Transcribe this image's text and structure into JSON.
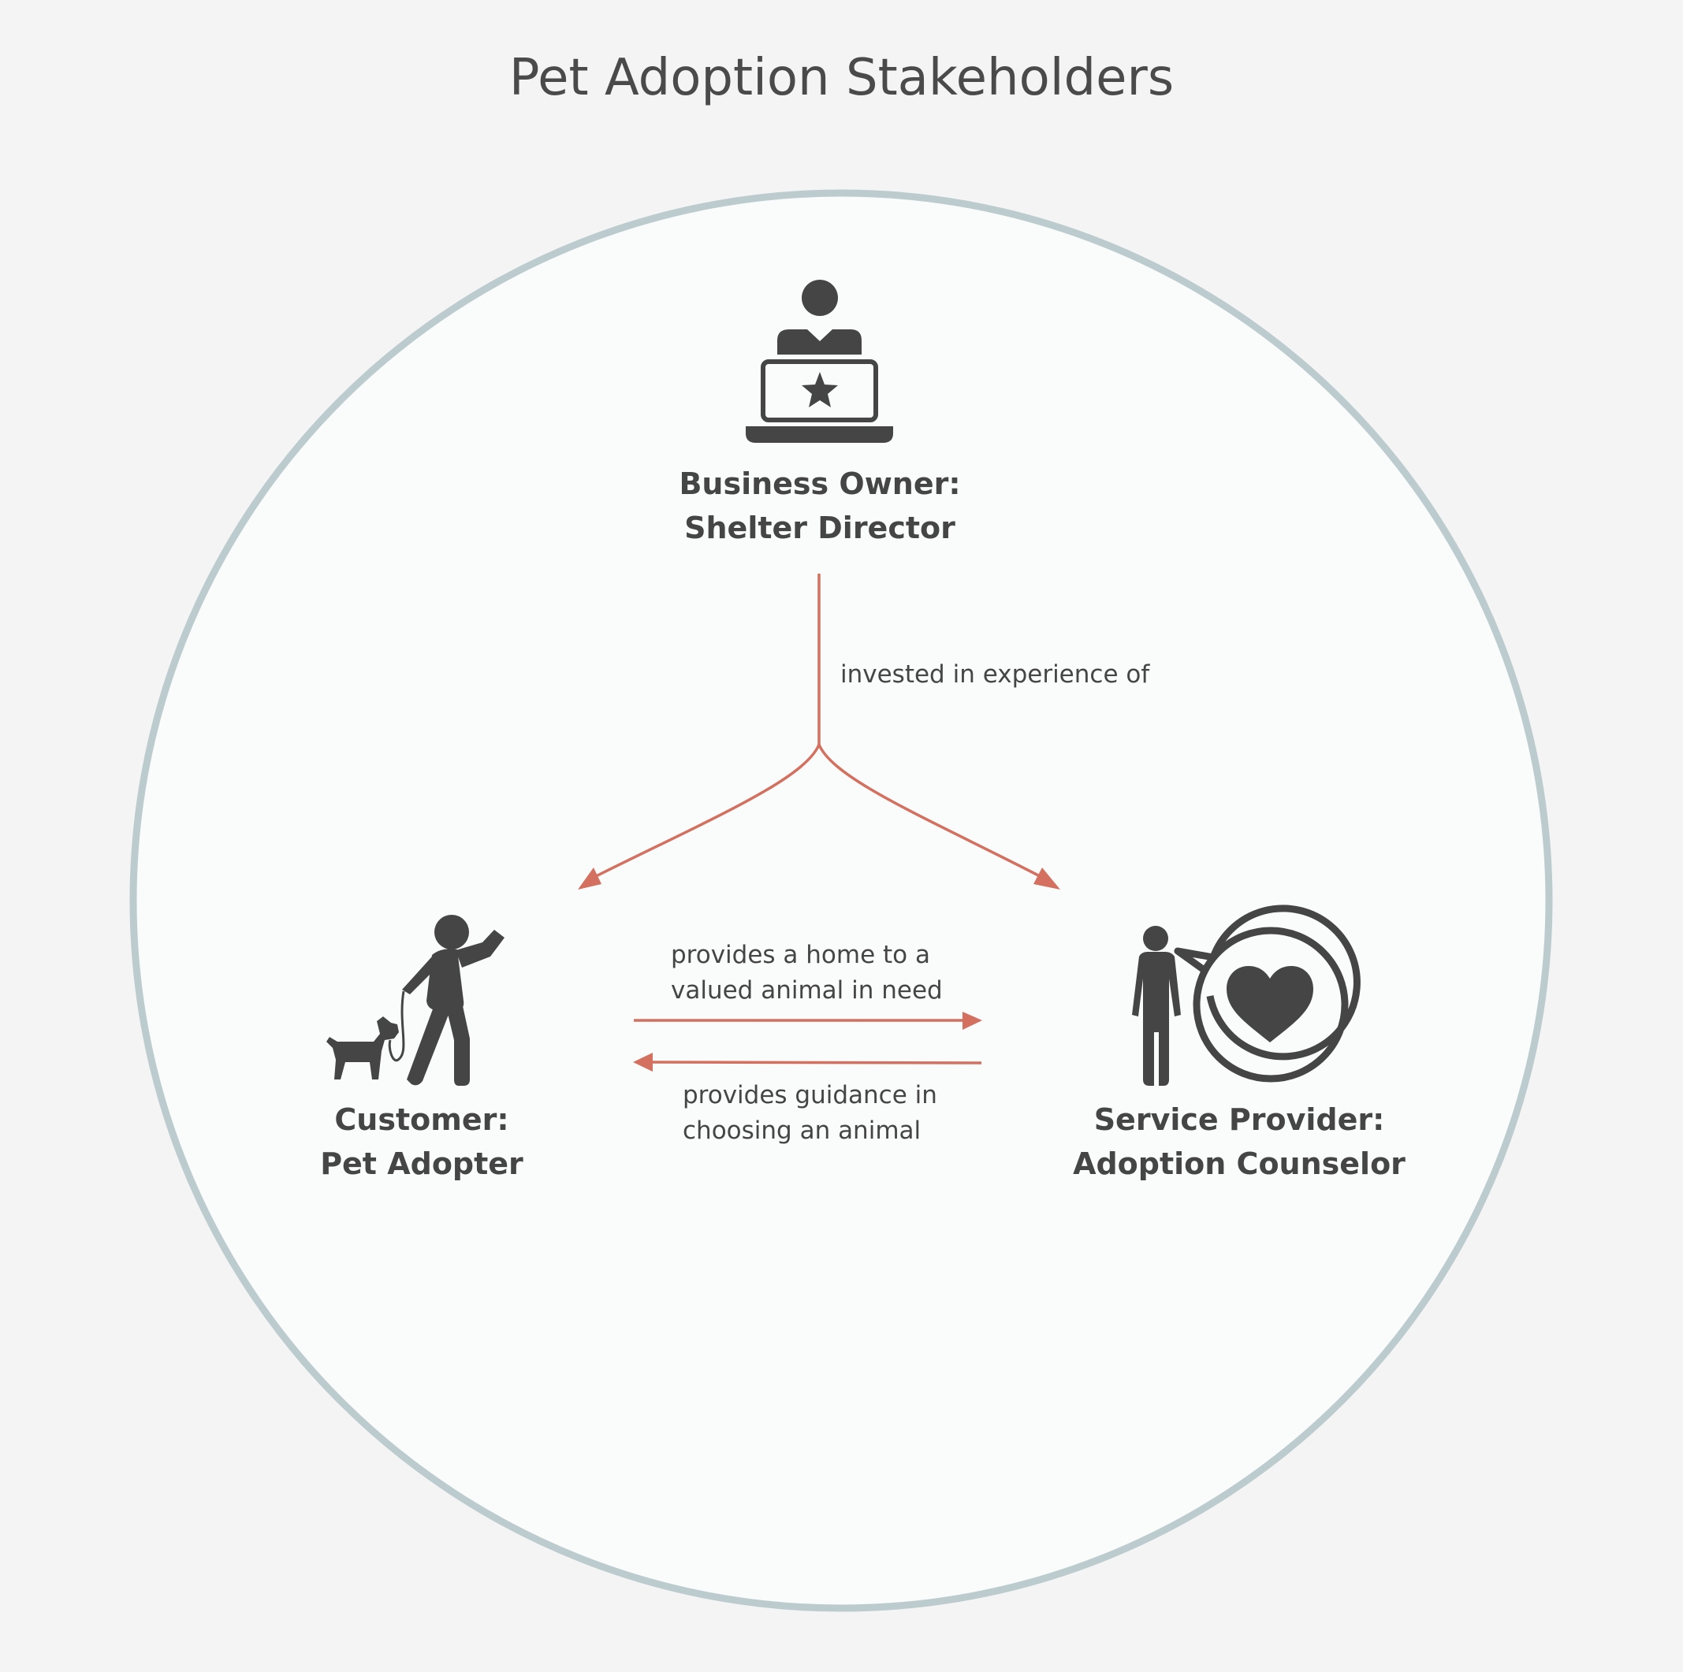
{
  "title": "Pet Adoption Stakeholders",
  "colors": {
    "background": "#f4f4f4",
    "circle_fill": "#fafbfb",
    "circle_stroke": "#bccbce",
    "arrow": "#d4705f",
    "icon": "#454545",
    "text": "#454545"
  },
  "nodes": {
    "business_owner": {
      "role": "Business Owner:",
      "name": "Shelter Director",
      "icon": "person-laptop-star-icon"
    },
    "customer": {
      "role": "Customer:",
      "name": "Pet Adopter",
      "icon": "person-walking-dog-icon"
    },
    "service_provider": {
      "role": "Service Provider:",
      "name": "Adoption Counselor",
      "icon": "person-speech-heart-icon"
    }
  },
  "edges": {
    "owner_to_both": "invested in experience of",
    "customer_to_provider": {
      "line1": "provides a home to a",
      "line2": "valued animal in need"
    },
    "provider_to_customer": {
      "line1": "provides guidance in",
      "line2": "choosing an animal"
    }
  }
}
